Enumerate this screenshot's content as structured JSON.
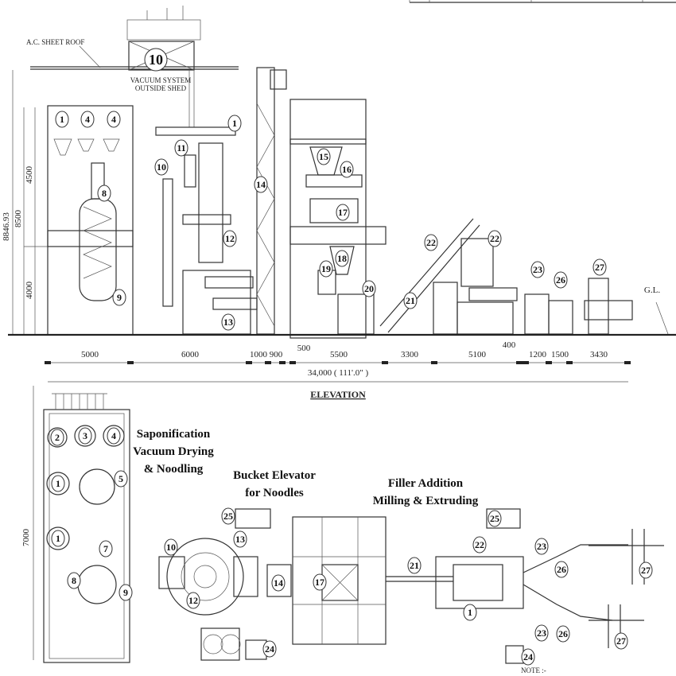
{
  "elevation": {
    "roof_label": "A.C. SHEET ROOF",
    "vacuum_label_1": "VACUUM SYSTEM",
    "vacuum_label_2": "OUTSIDE SHED",
    "ground_label": "G.L.",
    "vertical_dims": [
      "8846.93",
      "8500",
      "4500",
      "4000"
    ],
    "horizontal_dims": [
      "5000",
      "6000",
      "1000",
      "900",
      "500",
      "5500",
      "3300",
      "5100",
      "400",
      "1200",
      "1500",
      "3430"
    ],
    "total_dim": "34,000 ( 111'.0\" )",
    "title": "ELEVATION",
    "callouts": [
      "1",
      "4",
      "4",
      "8",
      "9",
      "10",
      "10",
      "11",
      "1",
      "12",
      "13",
      "14",
      "15",
      "16",
      "17",
      "18",
      "19",
      "20",
      "21",
      "22",
      "22",
      "23",
      "26",
      "27"
    ]
  },
  "plan": {
    "heading_saponification": [
      "Saponification",
      "Vacuum Drying",
      "& Noodling"
    ],
    "heading_bucket": [
      "Bucket Elevator",
      "for Noodles"
    ],
    "heading_filler": [
      "Filler Addition",
      "Milling & Extruding"
    ],
    "width_dim": "7000",
    "note_label": "NOTE :-",
    "callouts": [
      "2",
      "3",
      "4",
      "1",
      "5",
      "1",
      "7",
      "8",
      "9",
      "10",
      "12",
      "13",
      "14",
      "17",
      "21",
      "22",
      "1",
      "23",
      "23",
      "26",
      "26",
      "27",
      "27",
      "25",
      "25",
      "24",
      "24"
    ]
  }
}
